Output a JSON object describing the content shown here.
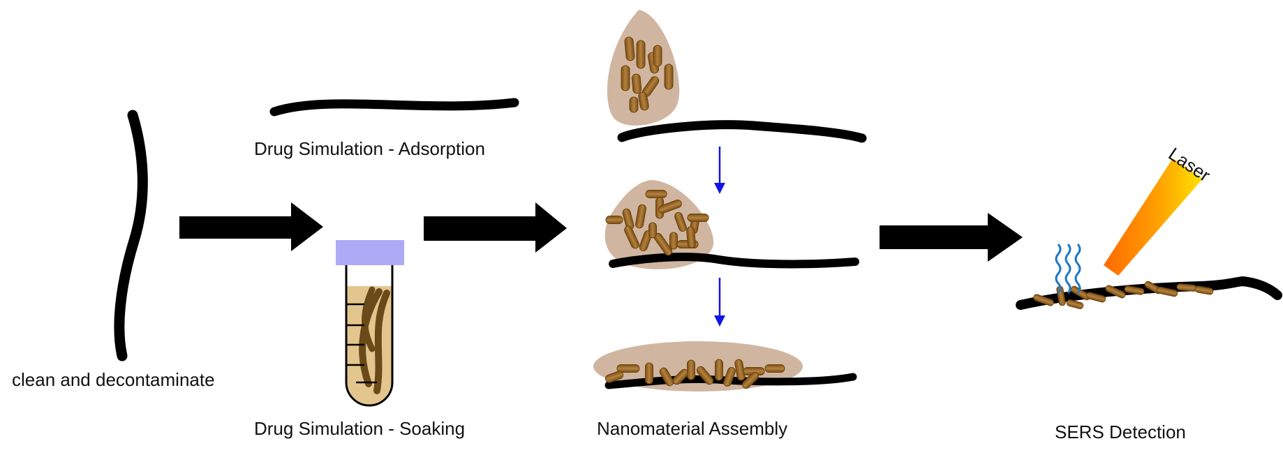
{
  "labels": {
    "clean": "clean and decontaminate",
    "adsorption": "Drug Simulation - Adsorption",
    "soaking": "Drug Simulation - Soaking",
    "assembly": "Nanomaterial Assembly",
    "sers": "SERS Detection",
    "laser": "Laser"
  },
  "colors": {
    "hair": "#000000",
    "arrow": "#000000",
    "step_arrow": "#1414e6",
    "droplet": "#c8a98f",
    "nanorod": "#9a6a2a",
    "tube_liquid": "#e3c68e",
    "tube_cap": "#aeaaf6",
    "raman_wave": "#1e78c8"
  }
}
